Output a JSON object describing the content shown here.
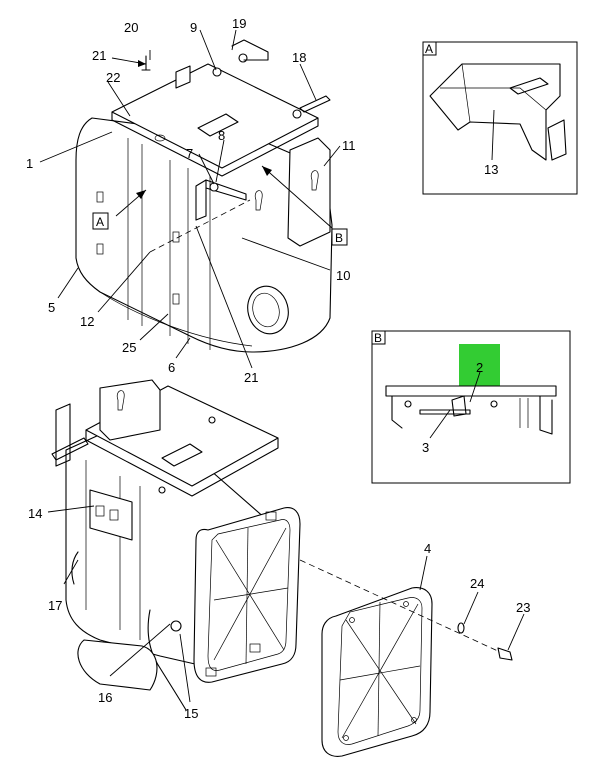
{
  "callouts": {
    "c1": "1",
    "c2": "2",
    "c3": "3",
    "c4": "4",
    "c5": "5",
    "c6": "6",
    "c7": "7",
    "c8": "8",
    "c9": "9",
    "c10": "10",
    "c11": "11",
    "c12": "12",
    "c13": "13",
    "c14": "14",
    "c15": "15",
    "c16": "16",
    "c17": "17",
    "c18": "18",
    "c19": "19",
    "c20": "20",
    "c21a": "21",
    "c21b": "21",
    "c22": "22",
    "c23": "23",
    "c24": "24",
    "c25": "25"
  },
  "view_labels": {
    "a": "A",
    "b": "B"
  },
  "colors": {
    "highlight": "#33cc33",
    "ink": "#000000",
    "paper": "#ffffff"
  }
}
